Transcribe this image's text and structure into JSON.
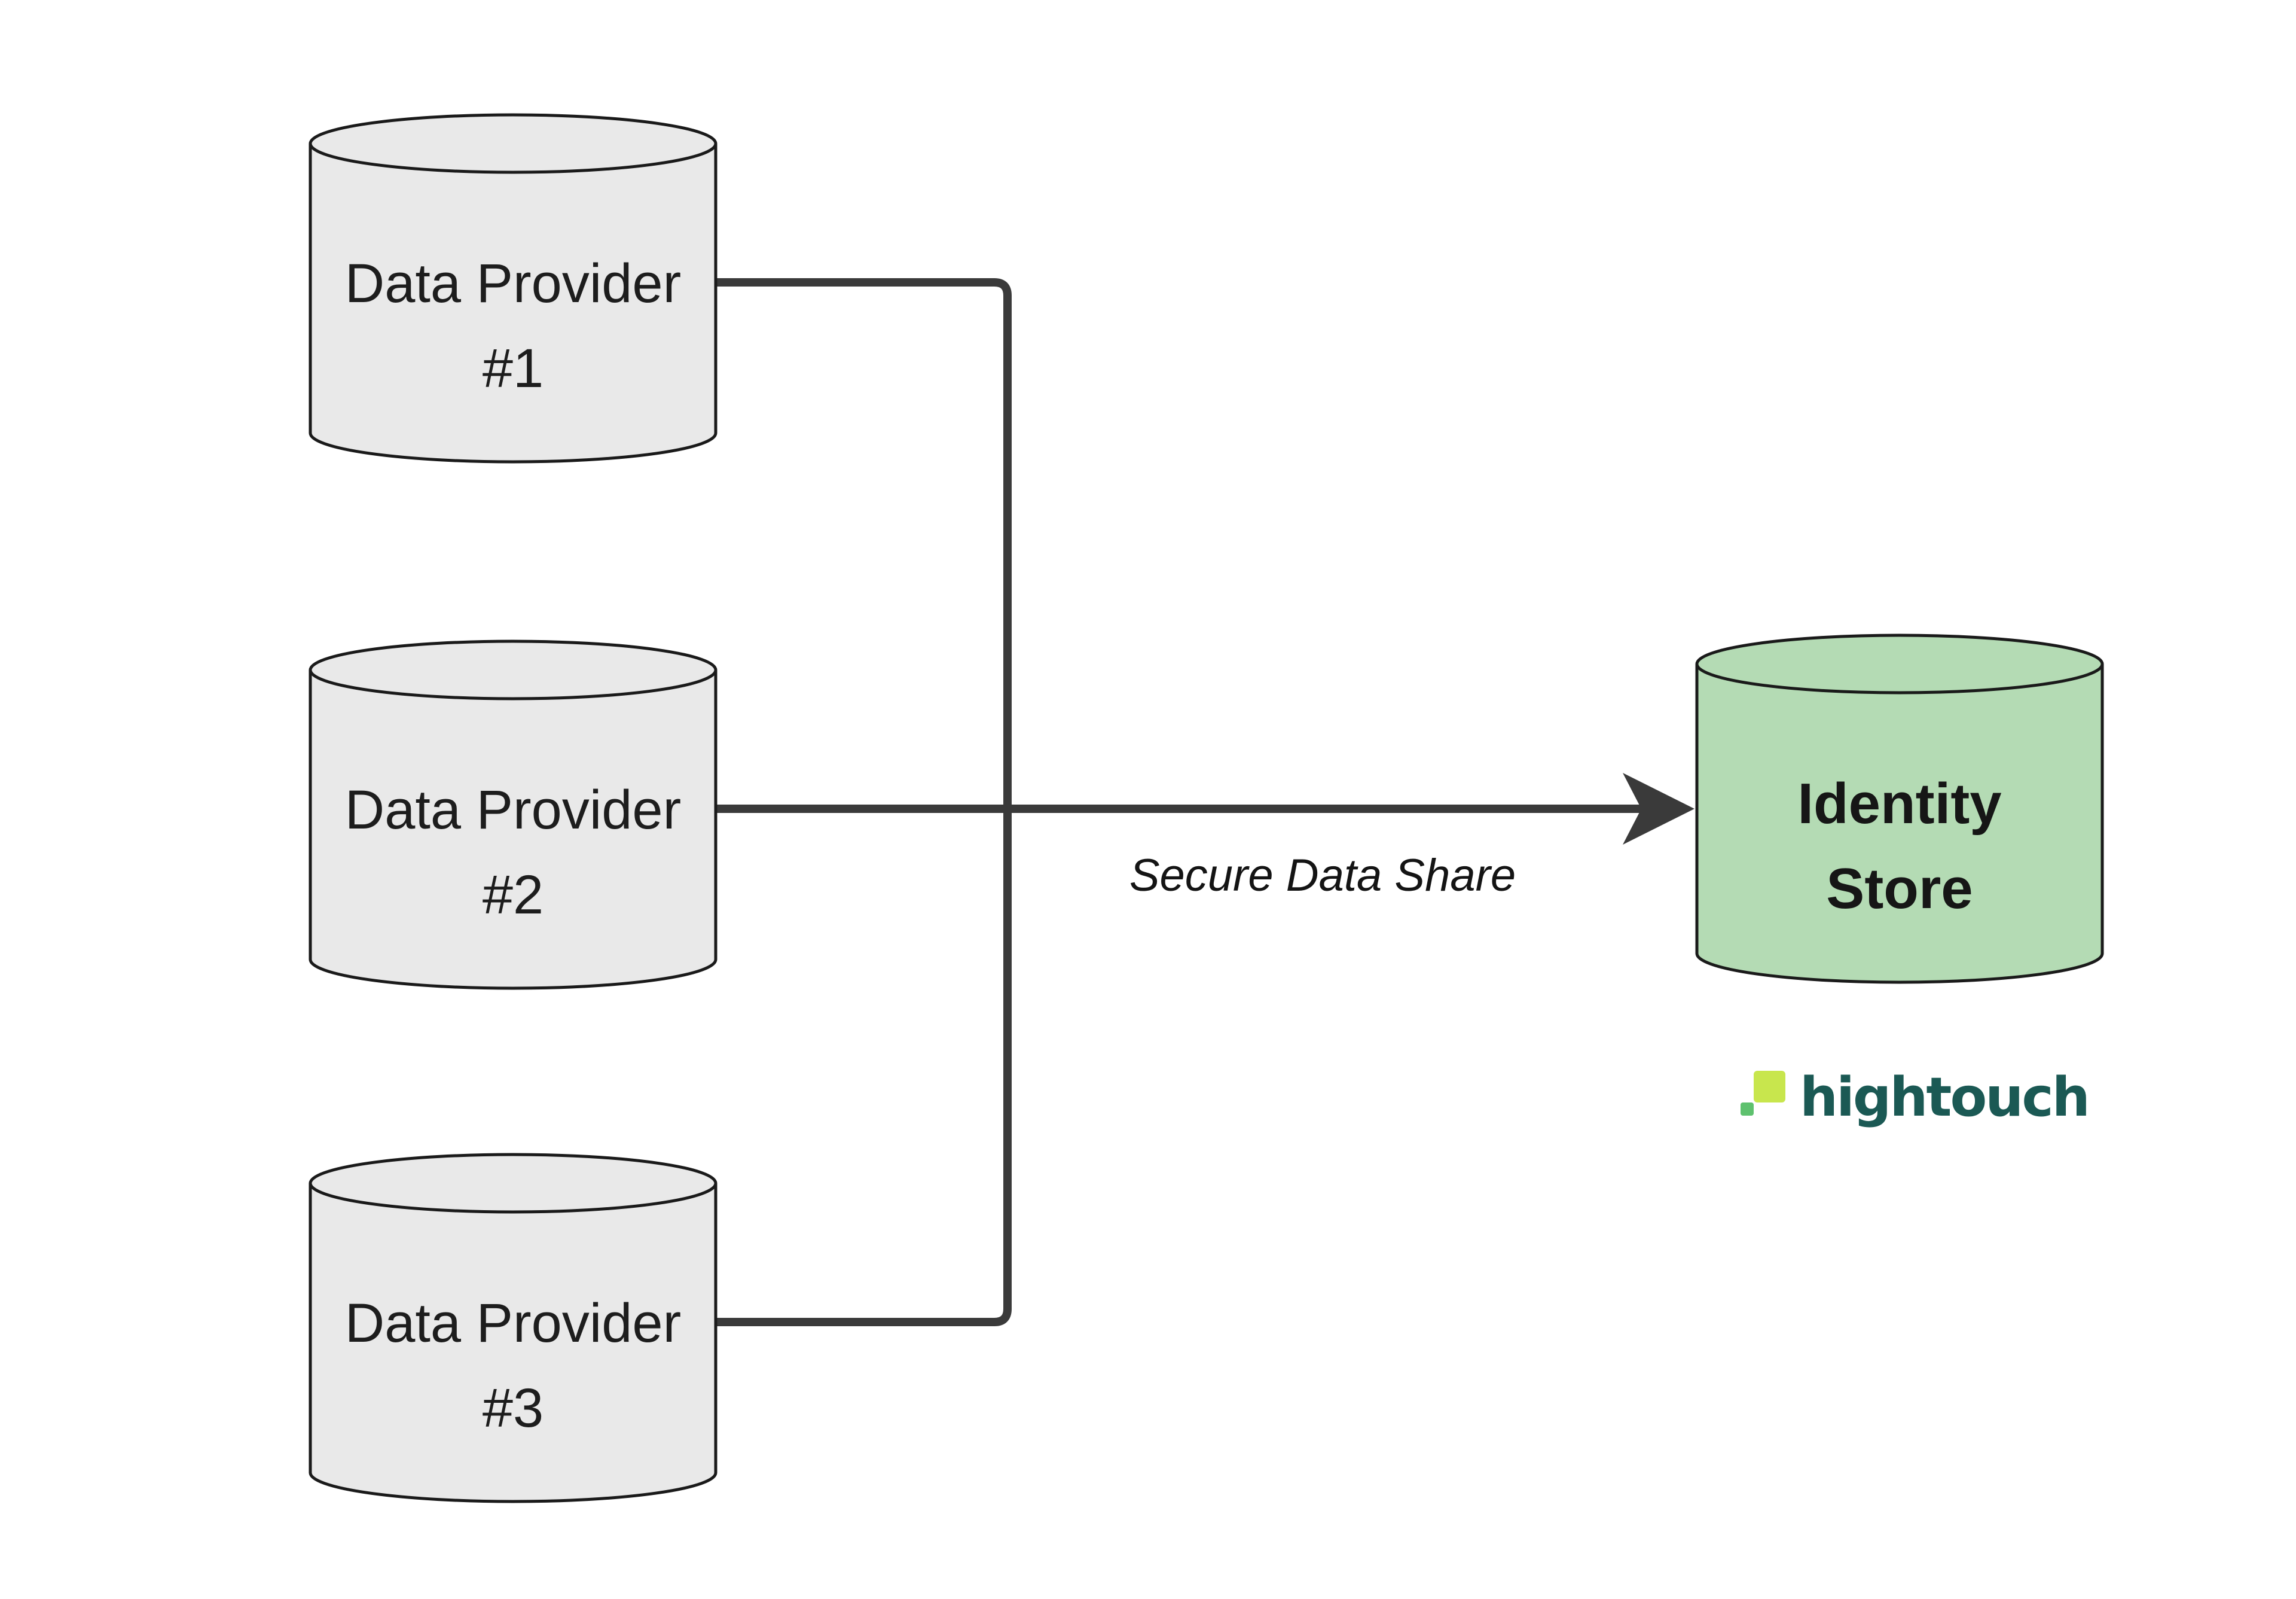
{
  "diagram": {
    "background": "#ffffff",
    "providers": [
      {
        "id": "provider-1",
        "line1": "Data Provider",
        "line2": "#1"
      },
      {
        "id": "provider-2",
        "line1": "Data Provider",
        "line2": "#2"
      },
      {
        "id": "provider-3",
        "line1": "Data Provider",
        "line2": "#3"
      }
    ],
    "identity_store": {
      "id": "identity-store",
      "line1": "Identity",
      "line2": "Store"
    },
    "edge_label": "Secure Data Share",
    "edges": [
      {
        "from": "provider-1",
        "to": "identity-store"
      },
      {
        "from": "provider-2",
        "to": "identity-store"
      },
      {
        "from": "provider-3",
        "to": "identity-store"
      }
    ],
    "colors": {
      "provider_fill": "#e9e9e9",
      "identity_fill": "#b4dbb4",
      "node_stroke": "#1a1a1a",
      "connector": "#3a3a3a",
      "text": "#1d1d1d"
    }
  },
  "logo": {
    "text": "hightouch",
    "wordmark_color": "#1b5954",
    "mark_lime": "#c8e64d",
    "mark_green": "#5ec16e"
  }
}
